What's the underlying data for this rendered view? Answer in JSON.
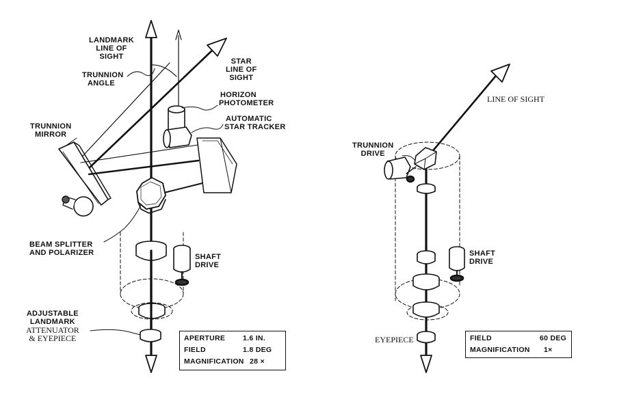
{
  "left": {
    "labels": {
      "landmark_los": [
        "LANDMARK",
        "LINE OF",
        "SIGHT"
      ],
      "star_los": [
        "STAR",
        "LINE OF",
        "SIGHT"
      ],
      "trunnion_angle": [
        "TRUNNION",
        "ANGLE"
      ],
      "horizon_photometer": [
        "HORIZON",
        "PHOTOMETER"
      ],
      "automatic_star_tracker": [
        "AUTOMATIC",
        "STAR TRACKER"
      ],
      "trunnion_mirror": [
        "TRUNNION",
        "MIRROR"
      ],
      "beam_splitter": [
        "BEAM SPLITTER",
        "AND POLARIZER"
      ],
      "shaft_drive": [
        "SHAFT",
        "DRIVE"
      ],
      "attenuator": [
        "ADJUSTABLE",
        "LANDMARK",
        "ATTENUATOR",
        "& EYEPIECE"
      ]
    },
    "specs": [
      {
        "name": "APERTURE",
        "value": "1.6 IN."
      },
      {
        "name": "FIELD",
        "value": "1.8 DEG"
      },
      {
        "name": "MAGNIFICATION",
        "value": "28 ×"
      }
    ]
  },
  "right": {
    "labels": {
      "line_of_sight": "LINE OF SIGHT",
      "trunnion_drive": [
        "TRUNNION",
        "DRIVE"
      ],
      "shaft_drive": [
        "SHAFT",
        "DRIVE"
      ],
      "eyepiece": "EYEPIECE"
    },
    "specs": [
      {
        "name": "FIELD",
        "value": "60 DEG"
      },
      {
        "name": "MAGNIFICATION",
        "value": "1×"
      }
    ]
  }
}
